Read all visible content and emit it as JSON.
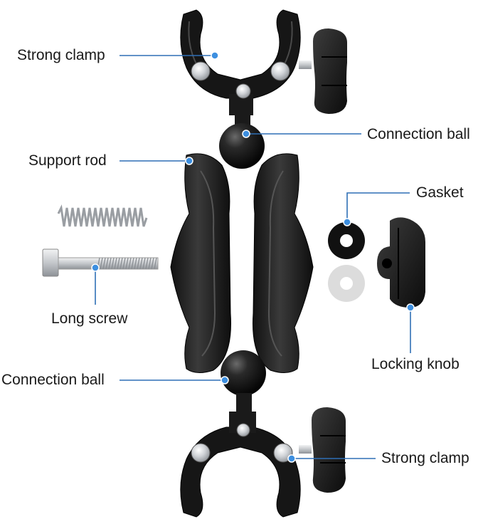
{
  "labels": {
    "strong_clamp_top": "Strong clamp",
    "connection_ball_top": "Connection ball",
    "support_rod": "Support rod",
    "gasket": "Gasket",
    "long_screw": "Long screw",
    "locking_knob": "Locking knob",
    "connection_ball_bottom": "Connection ball",
    "strong_clamp_bottom": "Strong clamp"
  },
  "colors": {
    "leader_line": "#2f6fb5",
    "marker_dot": "#3d8fe0",
    "part_body": "#1c1c1c",
    "part_highlight": "#5a5a5a",
    "metal": "#c9ccd0",
    "gasket_black": "#111111",
    "gasket_white": "#dedede"
  }
}
